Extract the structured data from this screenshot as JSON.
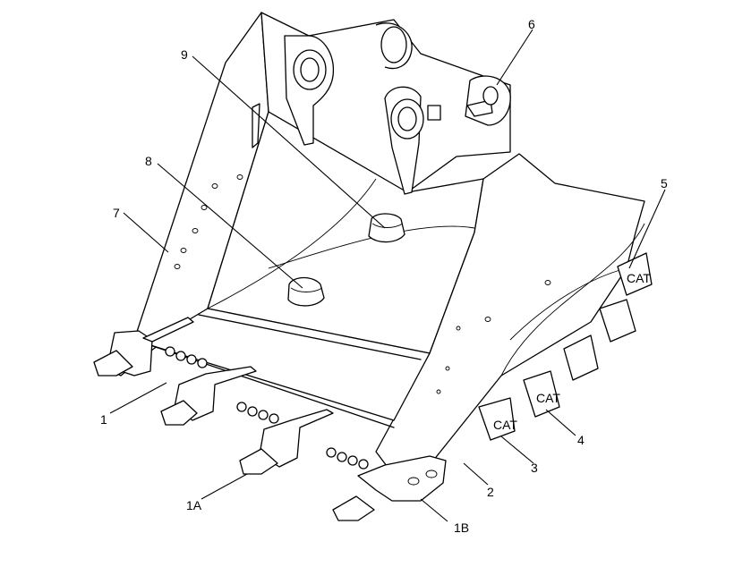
{
  "diagram": {
    "callouts": {
      "c1": "1",
      "c1A": "1A",
      "c1B": "1B",
      "c2": "2",
      "c3": "3",
      "c4": "4",
      "c5": "5",
      "c6": "6",
      "c7": "7",
      "c8": "8",
      "c9": "9"
    },
    "cutter_logo": "CAT"
  }
}
